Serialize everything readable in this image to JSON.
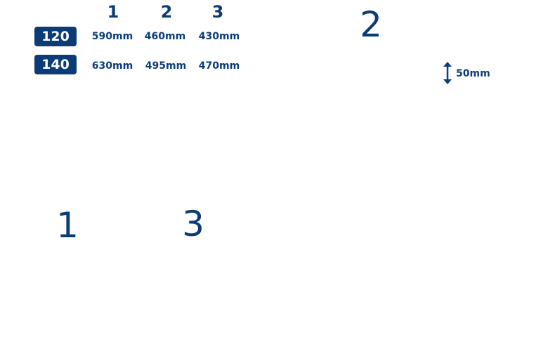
{
  "table": {
    "columns": [
      "1",
      "2",
      "3"
    ],
    "rows": [
      {
        "size": "120",
        "values": [
          "590mm",
          "460mm",
          "430mm"
        ]
      },
      {
        "size": "140",
        "values": [
          "630mm",
          "495mm",
          "470mm"
        ]
      }
    ]
  },
  "diagram": {
    "labels": {
      "one": "1",
      "two": "2",
      "three": "3"
    },
    "depth": {
      "value": "50mm",
      "icon": "double-arrow-vertical-icon"
    }
  },
  "colors": {
    "primary": "#0c3c78",
    "background": "#ffffff",
    "badge_text": "#ffffff"
  }
}
